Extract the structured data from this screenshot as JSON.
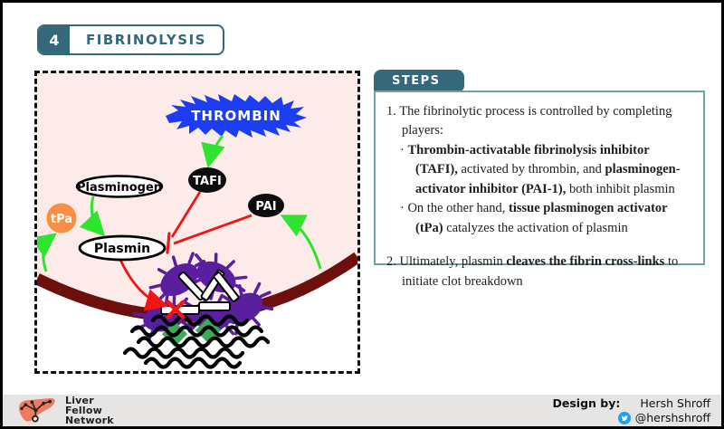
{
  "header": {
    "number": "4",
    "title": "FIBRINOLYSIS"
  },
  "diagram": {
    "labels": {
      "thrombin": "THROMBIN",
      "tafi": "TAFI",
      "pai": "PAI",
      "plasminogen": "Plasminogen",
      "tpa": "tPa",
      "plasmin": "Plasmin"
    },
    "colors": {
      "background_pink": "#fcebe8",
      "thrombin_blue": "#1d3df2",
      "vessel_maroon": "#6d0f0d",
      "activation_green": "#2fe42f",
      "inhibition_red": "#f51414",
      "platelet_purple": "#5a1f9e",
      "tpa_orange": "#f78f45",
      "diamond_green": "#3cab58",
      "label_black": "#111111"
    }
  },
  "steps": {
    "tab": "STEPS",
    "lines": [
      [
        {
          "t": "1. The fibrinolytic process is controlled by completing players:",
          "b": false
        }
      ],
      [
        {
          "t": "· ",
          "b": false
        },
        {
          "t": "Thrombin-activatable fibrinolysis inhibitor (TAFI),",
          "b": true
        },
        {
          "t": " activated by thrombin, and ",
          "b": false
        },
        {
          "t": "plasminogen-activator inhibitor (PAI-1),",
          "b": true
        },
        {
          "t": " both inhibit plasmin",
          "b": false
        }
      ],
      [
        {
          "t": "· On the other hand, ",
          "b": false
        },
        {
          "t": "tissue plasminogen activator (tPa)",
          "b": true
        },
        {
          "t": " catalyzes the activation of plasmin",
          "b": false
        }
      ],
      [
        {
          "t": "2. Ultimately, plasmin ",
          "b": false
        },
        {
          "t": "cleaves the fibrin cross-links",
          "b": true
        },
        {
          "t": " to initiate clot breakdown",
          "b": false
        }
      ]
    ]
  },
  "footer": {
    "brand_line1": "Liver",
    "brand_line2": "Fellow",
    "brand_line3": "Network",
    "design_by_label": "Design by:",
    "designer": "Hersh Shroff",
    "twitter_handle": "@hershshroff",
    "accent_coral": "#ef7a5e",
    "twitter_blue": "#1da1f2"
  }
}
